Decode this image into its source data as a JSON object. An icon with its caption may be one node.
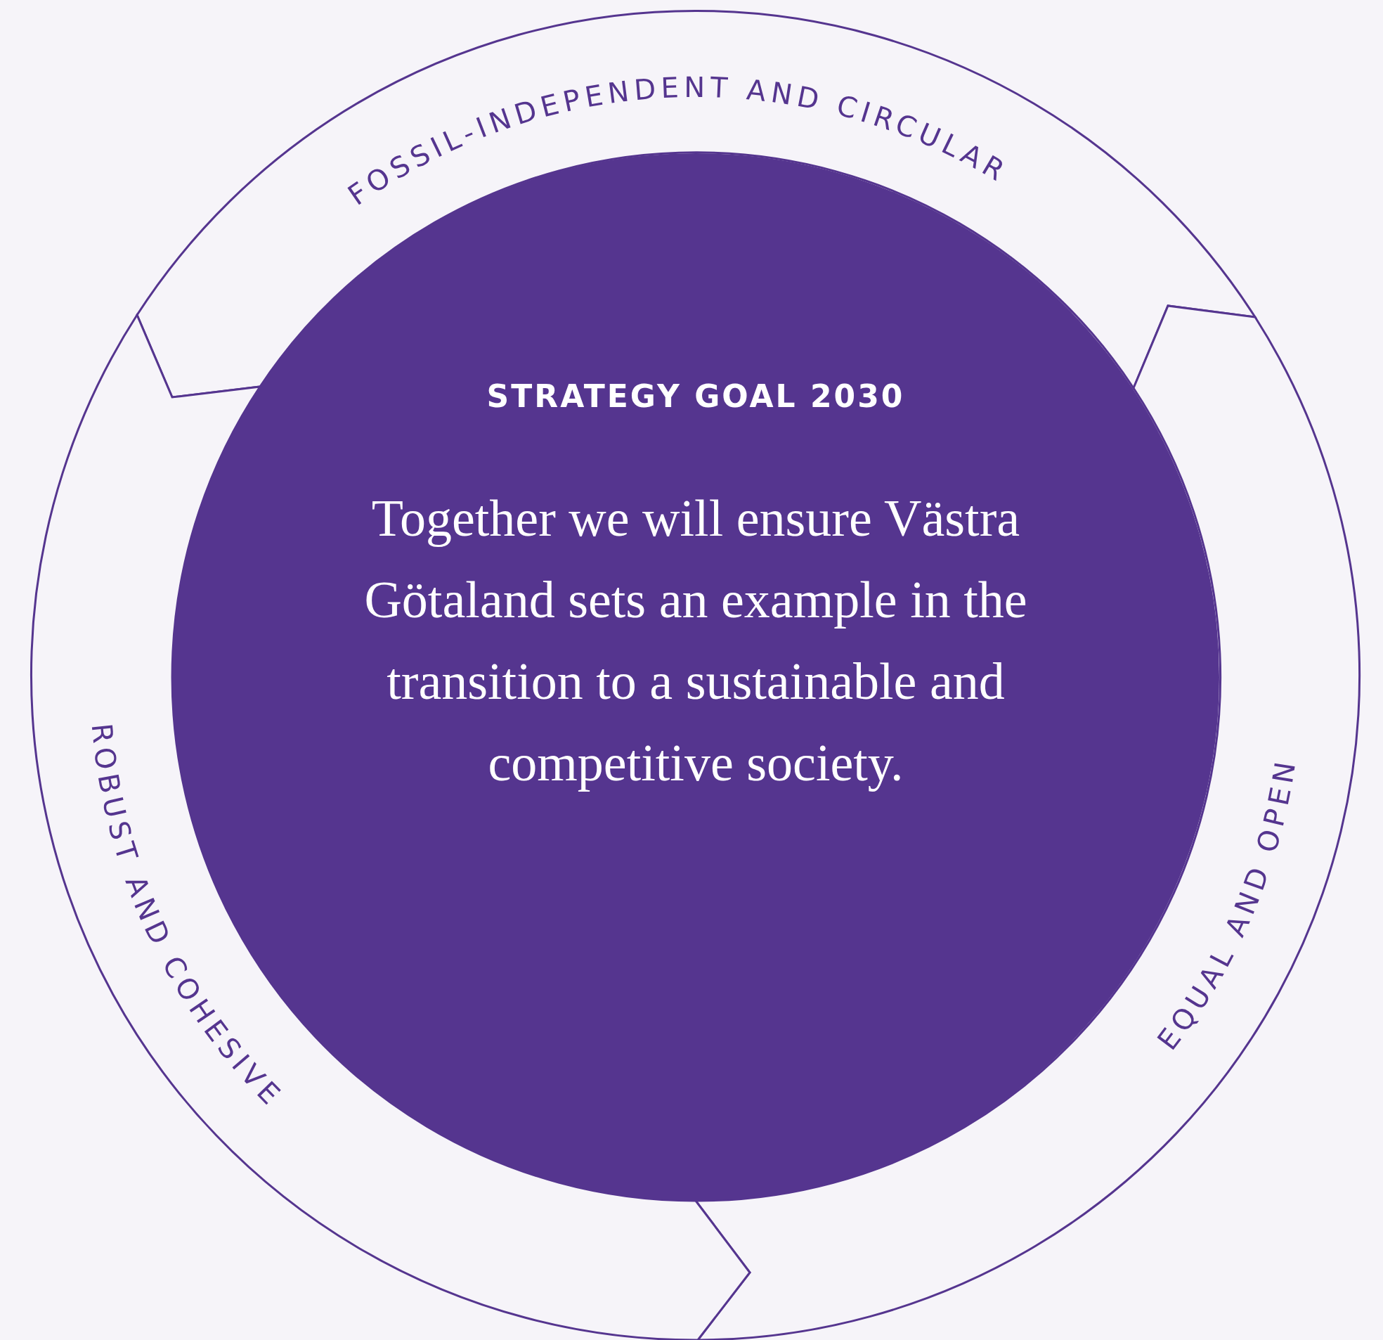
{
  "diagram": {
    "nodes": [
      {
        "text": [
          "STRATEGY GOAL 2030",
          "Together we will ensure Västra Götaland sets an example in the transition to a sustainable and competitive society."
        ]
      },
      {
        "text": [
          "FOSSIL-INDEPENDENT AND CIRCULAR"
        ]
      },
      {
        "text": [
          "EQUAL AND OPEN"
        ]
      },
      {
        "text": [
          "ROBUST AND COHESIVE"
        ]
      }
    ]
  }
}
